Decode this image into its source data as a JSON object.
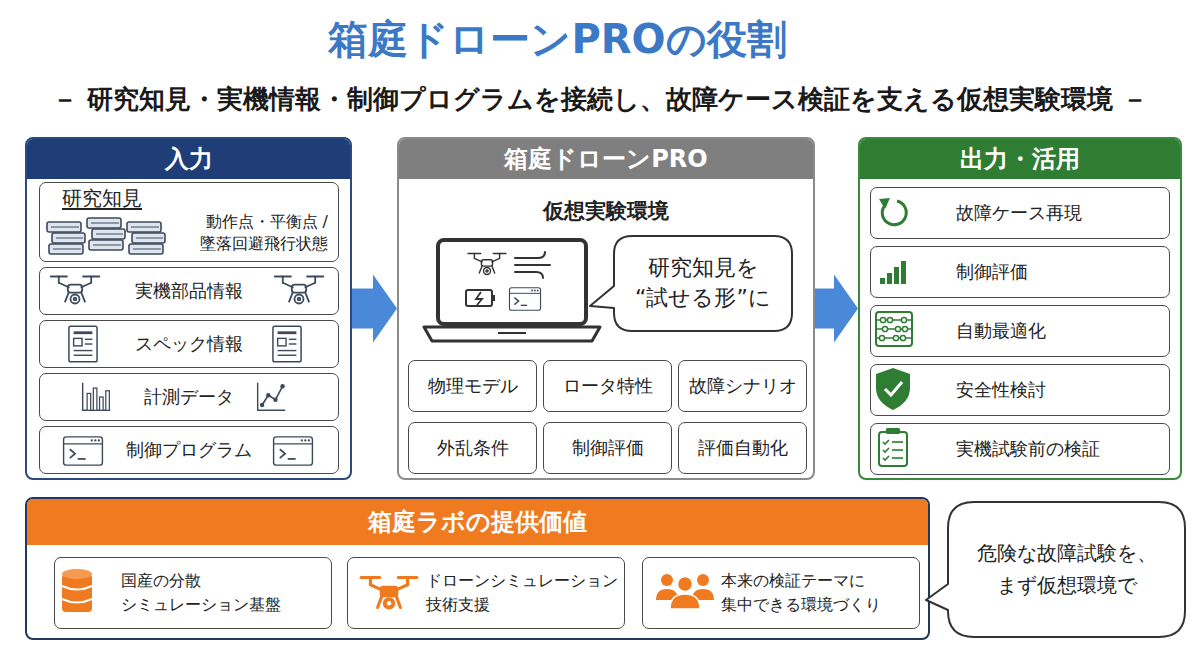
{
  "diagram": {
    "title": "箱庭ドローンPROの役割",
    "nodes": [
      {
        "text": [
          "入力"
        ]
      },
      {
        "text": [
          "研究知見",
          "動作点・平衡点 / 墜落回避飛行状態"
        ],
        "in": 0
      },
      {
        "text": [
          "実機部品情報"
        ],
        "in": 0
      },
      {
        "text": [
          "スペック情報"
        ],
        "in": 0
      },
      {
        "text": [
          "計測データ"
        ],
        "in": 0
      },
      {
        "text": [
          "制御プログラム"
        ],
        "in": 0
      },
      {
        "text": [
          "箱庭ドローンPRO",
          "仮想実験環境"
        ]
      },
      {
        "text": [
          "研究知見を “試せる形”に"
        ],
        "in": 6
      },
      {
        "text": [
          "物理モデル"
        ],
        "in": 6
      },
      {
        "text": [
          "ロータ特性"
        ],
        "in": 6
      },
      {
        "text": [
          "故障シナリオ"
        ],
        "in": 6
      },
      {
        "text": [
          "外乱条件"
        ],
        "in": 6
      },
      {
        "text": [
          "制御評価"
        ],
        "in": 6
      },
      {
        "text": [
          "評価自動化"
        ],
        "in": 6
      },
      {
        "text": [
          "出力・活用"
        ]
      },
      {
        "text": [
          "故障ケース再現"
        ],
        "in": 14
      },
      {
        "text": [
          "制御評価"
        ],
        "in": 14
      },
      {
        "text": [
          "自動最適化"
        ],
        "in": 14
      },
      {
        "text": [
          "安全性検討"
        ],
        "in": 14
      },
      {
        "text": [
          "実機試験前の検証"
        ],
        "in": 14
      },
      {
        "text": [
          "箱庭ラボの提供価値"
        ]
      },
      {
        "text": [
          "国産の分散 シミュレーション基盤"
        ],
        "in": 20
      },
      {
        "text": [
          "ドローンシミュレーション 技術支援"
        ],
        "in": 20
      },
      {
        "text": [
          "本来の検証テーマに 集中できる環境づくり"
        ],
        "in": 20
      },
      {
        "text": [
          "危険な故障試験を、 まず仮想環境で"
        ]
      }
    ],
    "edges": [
      {
        "from": 0,
        "to": 6,
        "arrow": "to"
      },
      {
        "from": 6,
        "to": 14,
        "arrow": "to"
      }
    ],
    "labels": [
      "－ 研究知見・実機情報・制御プログラムを接続し、故障ケース検証を支える仮想実験環境 －"
    ]
  }
}
